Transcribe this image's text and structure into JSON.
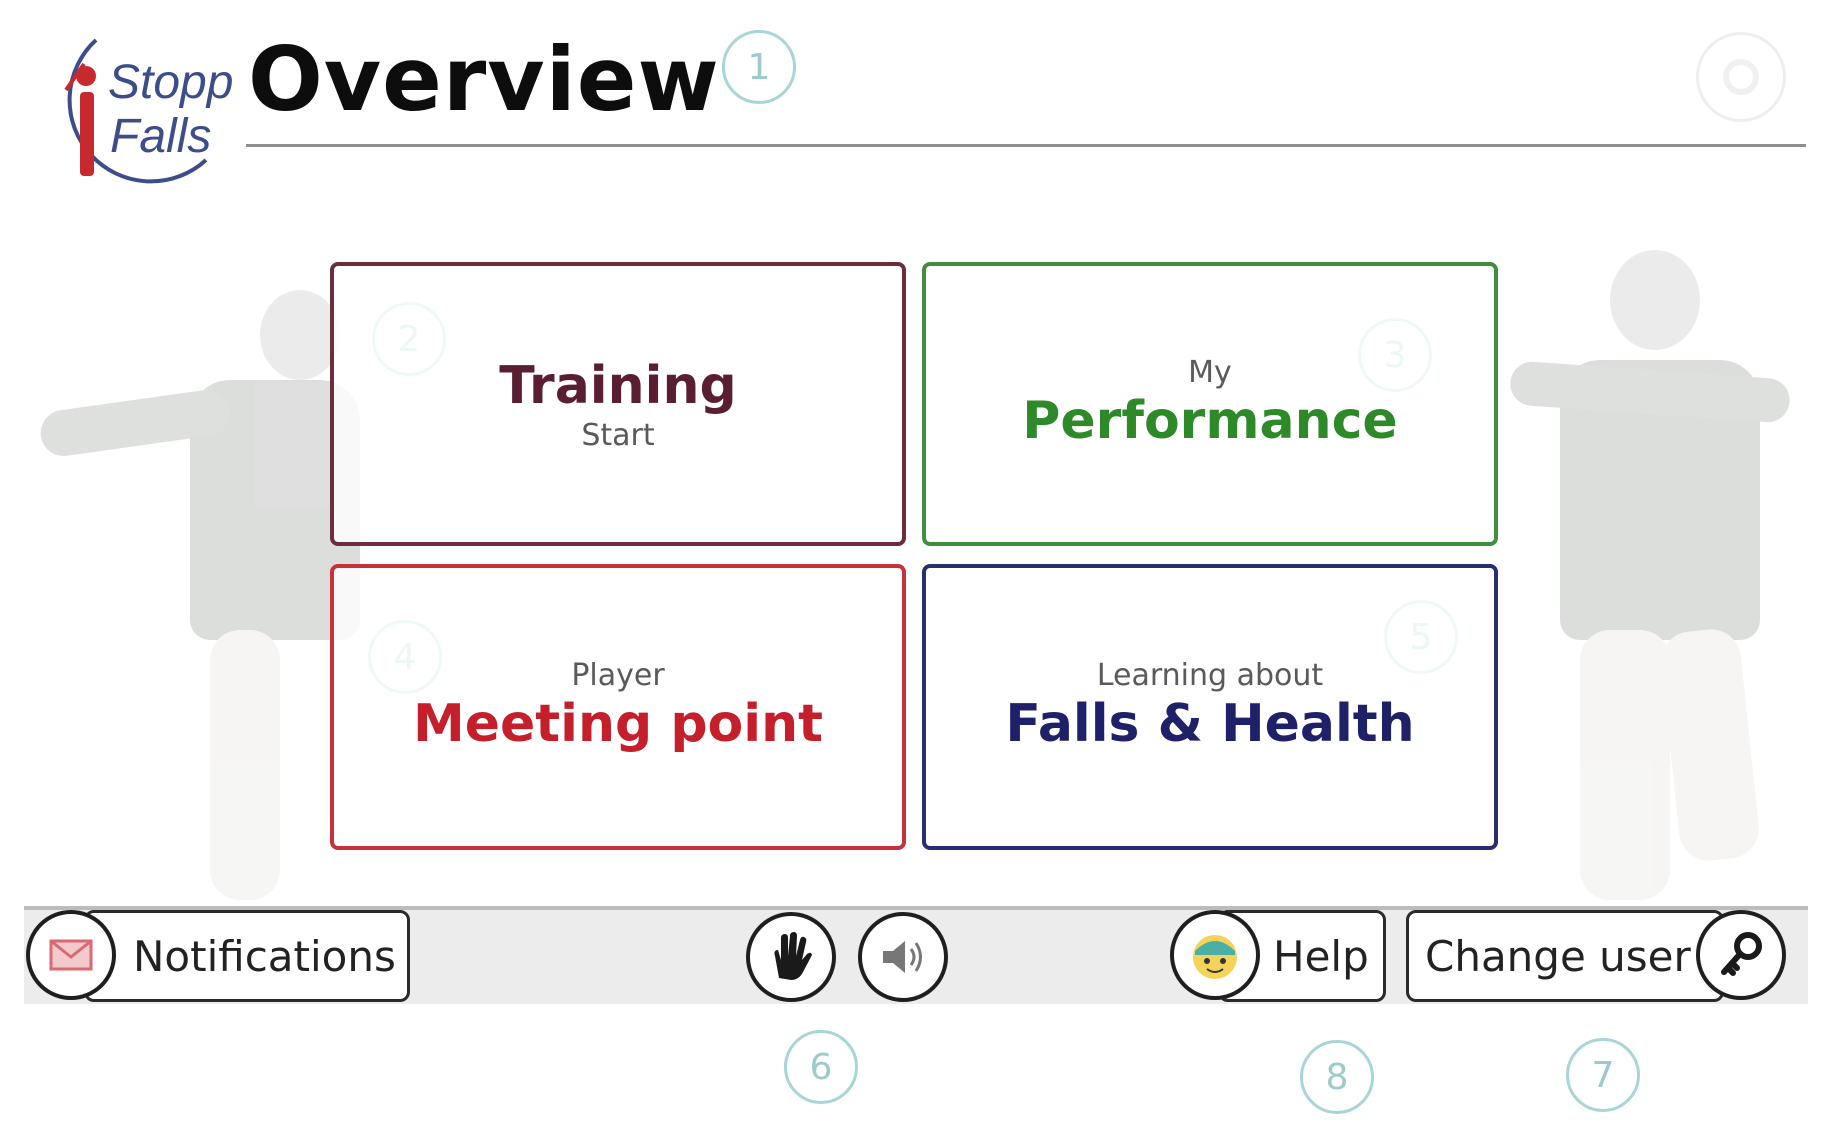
{
  "header": {
    "logo_line1": "Stopp",
    "logo_line2": "Falls",
    "title": "Overview"
  },
  "callouts": [
    "1",
    "2",
    "3",
    "4",
    "5",
    "6",
    "7",
    "8"
  ],
  "tiles": {
    "training": {
      "main": "Training",
      "sub": "Start"
    },
    "performance": {
      "sub": "My",
      "main": "Performance"
    },
    "meeting": {
      "sub": "Player",
      "main": "Meeting point"
    },
    "falls": {
      "sub": "Learning about",
      "main": "Falls & Health"
    }
  },
  "bottom_bar": {
    "notifications_label": "Notifications",
    "help_label": "Help",
    "change_user_label": "Change user"
  },
  "icons": {
    "notifications": "envelope-icon",
    "hand": "hand-icon",
    "sound": "speaker-icon",
    "help": "helper-face-icon",
    "key": "key-icon",
    "settings": "settings-icon"
  },
  "colors": {
    "training": "#5a1e32",
    "performance": "#2e8a28",
    "meeting": "#c41f2b",
    "falls": "#1f2168",
    "callout": "#a9d5d6"
  }
}
